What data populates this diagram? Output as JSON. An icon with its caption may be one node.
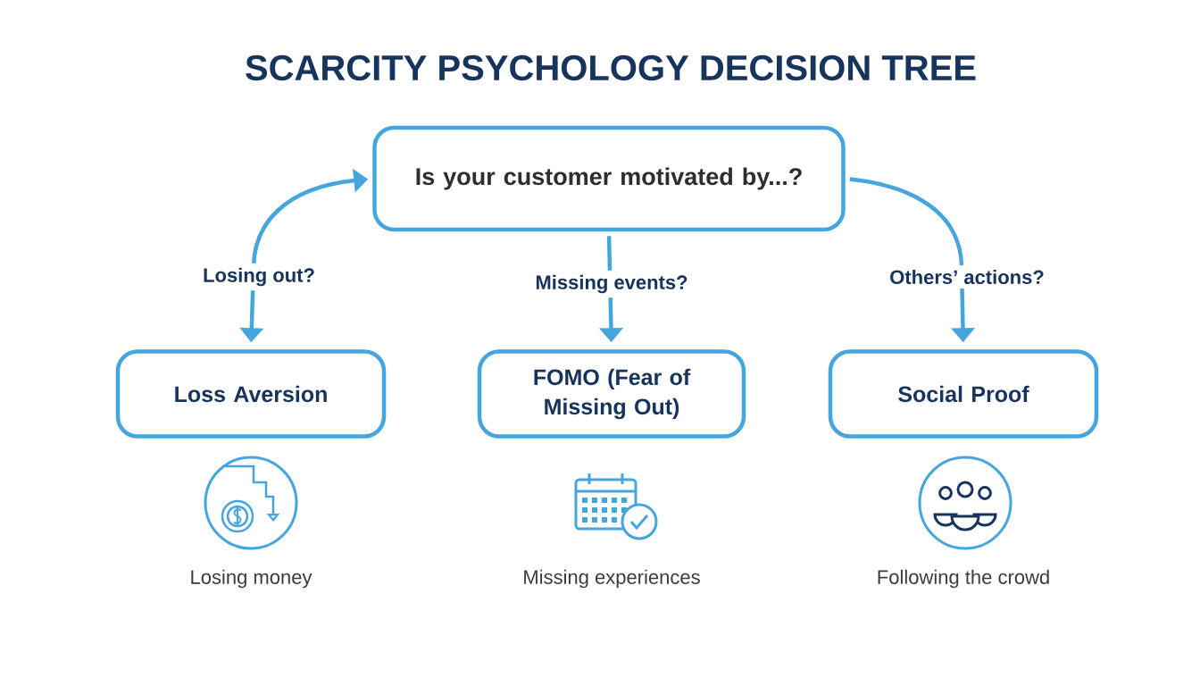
{
  "diagram": {
    "title": "SCARCITY PSYCHOLOGY DECISION TREE",
    "nodes": [
      {
        "text": [
          "Is your customer motivated by...?"
        ]
      },
      {
        "text": [
          "Loss Aversion"
        ]
      },
      {
        "text": [
          "FOMO (Fear of Missing Out)"
        ]
      },
      {
        "text": [
          "Social Proof"
        ]
      }
    ],
    "edges": [
      {
        "from": 0,
        "to": 1,
        "arrow": "both",
        "label": "Losing out?"
      },
      {
        "from": 0,
        "to": 2,
        "arrow": "to",
        "label": "Missing events?"
      },
      {
        "from": 0,
        "to": 3,
        "arrow": "to",
        "label": "Others’ actions?"
      }
    ],
    "labels": [
      "Losing money",
      "Missing experiences",
      "Following the crowd"
    ]
  }
}
